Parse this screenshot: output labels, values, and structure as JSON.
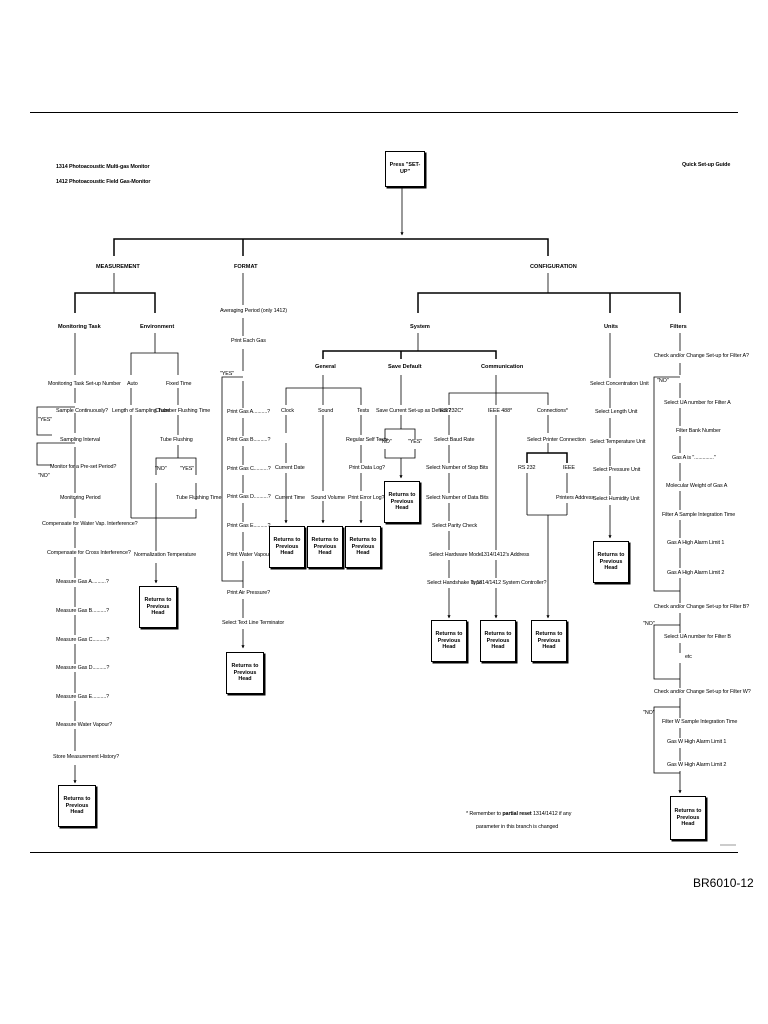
{
  "header": {
    "product_line_1": "1314 Photoacoustic Multi-gas Monitor",
    "product_line_2": "1412 Photoacoustic Field Gas-Monitor",
    "guide_title": "Quick Set-up Guide",
    "root_box": "Press \"SET-UP\""
  },
  "branches": {
    "measurement": "MEASUREMENT",
    "format": "FORMAT",
    "configuration": "CONFIGURATION"
  },
  "sub_branches": {
    "monitoring_task": "Monitoring Task",
    "environment": "Environment",
    "system": "System",
    "units": "Units",
    "filters": "Filters",
    "general": "General",
    "save_default": "Save Default",
    "communication": "Communication"
  },
  "monitoring_task": {
    "setup_number": "Monitoring Task Set-up Number",
    "sample_cont": "Sample Continuously?",
    "yes": "\"YES\"",
    "sampling_interval": "Sampling Interval",
    "monitor_preset": "Monitor for a Pre-set Period?",
    "no": "\"NO\"",
    "monitoring_period": "Monitoring Period",
    "comp_water": "Compensate for Water Vap. Interference?",
    "comp_cross": "Compensate for Cross Interference?",
    "gas_a": "Measure Gas A..........?",
    "gas_b": "Measure Gas B..........?",
    "gas_c": "Measure Gas C..........?",
    "gas_d": "Measure Gas D..........?",
    "gas_e": "Measure Gas E..........?",
    "water_vapour": "Measure Water Vapour?",
    "store_history": "Store Measurement History?"
  },
  "environment": {
    "auto": "Auto",
    "fixed_time": "Fixed Time",
    "length_tube": "Length of Sampling Tube",
    "chamber_flushing": "Chamber Flushing Time",
    "tube_flushing": "Tube Flushing",
    "no": "\"NO\"",
    "yes": "\"YES\"",
    "tube_flushing_time": "Tube Flushing Time",
    "normalization_temp": "Normalization Temperature"
  },
  "format": {
    "averaging_period": "Averaging Period (only 1412)",
    "print_each_gas": "Print Each Gas",
    "yes": "\"YES\"",
    "print_a": "Print Gas A..........?",
    "print_b": "Print Gas B..........?",
    "print_c": "Print Gas C..........?",
    "print_d": "Print Gas D..........?",
    "print_e": "Print Gas E..........?",
    "print_water": "Print Water Vapour?",
    "print_air_pressure": "Print Air Pressure?",
    "line_terminator": "Select Text Line Terminator"
  },
  "general": {
    "clock": "Clock",
    "sound": "Sound",
    "tests": "Tests",
    "current_date": "Current Date",
    "current_time": "Current Time",
    "sound_volume": "Sound Volume",
    "regular_self_tests": "Regular Self Tests",
    "print_data_log": "Print Data Log?",
    "print_error_log": "Print Error Log?"
  },
  "save_default": {
    "save_current": "Save Current Set-up as Default?",
    "no": "\"NO\"",
    "yes": "\"YES\""
  },
  "communication": {
    "rs232": "RS 232C*",
    "ieee": "IEEE 488*",
    "connections": "Connections*",
    "baud_rate": "Select Baud Rate",
    "stop_bits": "Select Number of Stop Bits",
    "data_bits": "Select Number of Data Bits",
    "parity": "Select Parity Check",
    "hardware_mode": "Select Hardware Mode",
    "handshake": "Select Handshake Type",
    "address": "1314/1412's Address",
    "system_controller": "Is 1314/1412 System Controller?",
    "printer_connection": "Select Printer Connection",
    "conn_rs232": "RS 232",
    "conn_ieee": "IEEE",
    "printers_address": "Printers Address"
  },
  "units": {
    "concentration": "Select Concentration Unit",
    "length": "Select Length Unit",
    "temperature": "Select Temperature Unit",
    "pressure": "Select Pressure Unit",
    "humidity": "Select Humidity Unit"
  },
  "filters": {
    "check_a": "Check and/or Change Set-up for Filter A?",
    "no_a": "\"NO\"",
    "ua_a": "Select UA number for Filter A",
    "bank_number": "Filter Bank Number",
    "gas_a_is": "Gas A is \"..............\"",
    "mol_weight": "Molecular Weight of Gas A",
    "integration_a": "Filter A Sample Integration Time",
    "alarm_a1": "Gas A High Alarm Limit 1",
    "alarm_a2": "Gas A High Alarm Limit 2",
    "check_b": "Check and/or Change Set-up for Filter B?",
    "no_b": "\"NO\"",
    "ua_b": "Select UA number for Filter B",
    "etc": "etc",
    "check_w": "Check and/or Change Set-up for Filter W?",
    "no_w": "\"NO\"",
    "integration_w": "Filter W Sample Integration Time",
    "alarm_w1": "Gas W High Alarm Limit 1",
    "alarm_w2": "Gas W High Alarm Limit 2"
  },
  "return_box": {
    "line1": "Returns to",
    "line2": "Previous Head"
  },
  "footnote": {
    "line1_pre": "* Remember to",
    "line1_bold": "partial reset",
    "line1_post": "1314/1412 if any",
    "line2": "parameter in this branch is changed"
  },
  "doc_code": "BR6010-12"
}
